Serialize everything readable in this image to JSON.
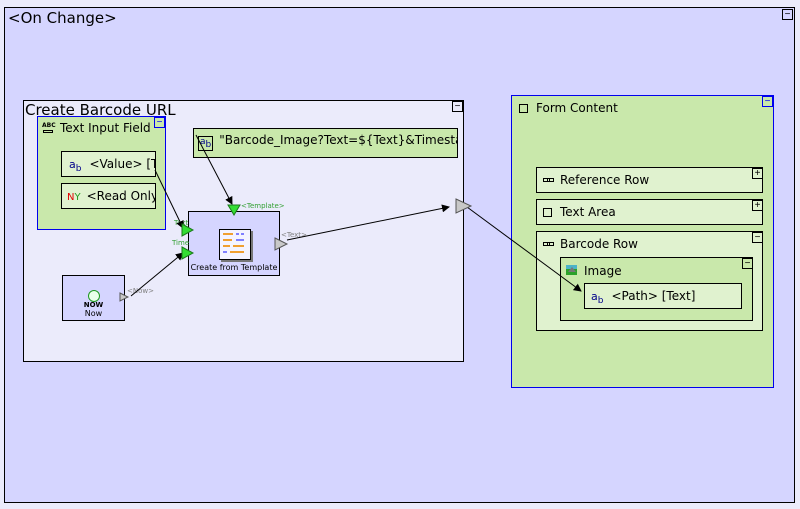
{
  "canvas": {
    "on_change": {
      "title": "<On Change>",
      "collapse": "−"
    },
    "create_barcode_url": {
      "title": "Create Barcode URL",
      "collapse": "−",
      "text_input_field": {
        "icon": "ABC",
        "title": "Text Input Field",
        "collapse": "−",
        "rows": [
          {
            "icon": "ab-text-icon",
            "text": "<Value> [Text]"
          },
          {
            "icon": "ny-boolean-icon",
            "text": "<Read Only>"
          }
        ]
      },
      "template_string": {
        "text": "\"Barcode_Image?Text=${Text}&Timestamp=${Time}\""
      },
      "create_from_template": {
        "label": "Create from Template",
        "ports": {
          "template": "<Template>",
          "text_in": "Text",
          "time_in": "Time",
          "text_out": "<Text>"
        }
      },
      "now_node": {
        "icon_text": "NOW",
        "label": "Now",
        "port_out": "<Now>"
      }
    },
    "form_content": {
      "title": "Form Content",
      "collapse": "−",
      "rows": [
        {
          "label": "Reference Row",
          "toggle": "+"
        },
        {
          "label": "Text Area",
          "toggle": "+"
        },
        {
          "label": "Barcode Row",
          "toggle": "−"
        }
      ],
      "image": {
        "label": "Image",
        "toggle": "−",
        "field": "<Path> [Text]"
      }
    }
  },
  "colors": {
    "outer_bg": "#d5d5ff",
    "inner_bg": "#ebebfb",
    "form_green": "#c9e8ab",
    "row_green": "#e0f2cf",
    "port_active": "#33dd33",
    "port_inactive": "#c0c0c0",
    "group_border": "#0000ee"
  }
}
